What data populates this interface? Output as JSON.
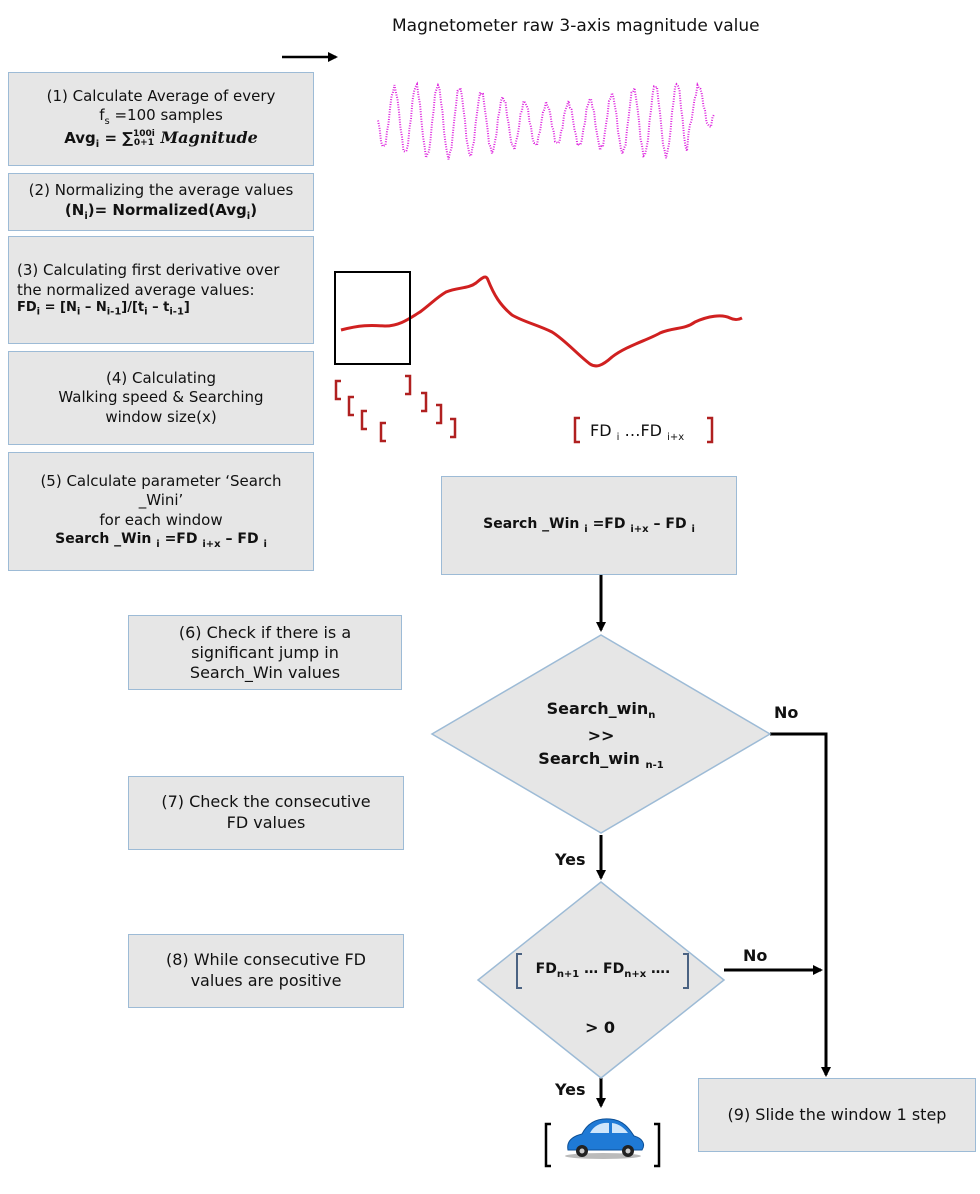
{
  "header": {
    "title": "Magnetometer raw 3-axis magnitude value"
  },
  "steps": {
    "s1": {
      "line1": "(1)  Calculate Average of every",
      "line2_pre": "f",
      "line2_sub": "s",
      "line2_post": " =100 samples",
      "formula_pre": "Avg",
      "formula_sub": "i",
      "formula_mid": " = ∑",
      "formula_lower": "0+1",
      "formula_upper": "100i",
      "formula_word": " Magnitude"
    },
    "s2": {
      "line1": "(2) Normalizing the average values",
      "formula": "(N",
      "formula_sub": "i",
      "formula_post": ")= Normalized(Avg",
      "formula_sub2": "i",
      "formula_end": ")"
    },
    "s3": {
      "line1": "(3) Calculating first derivative over",
      "line2": "the normalized average values:",
      "formula": "FD",
      "formula_sub": "i",
      "formula_post": " = [N",
      "formula_sub2": "i",
      "formula_mid": " – N",
      "formula_sub3": "i-1",
      "formula_mid2": "]/[t",
      "formula_sub4": "i",
      "formula_mid3": " – t",
      "formula_sub5": "i-1",
      "formula_end": "]"
    },
    "s4": {
      "line1": "(4) Calculating",
      "line2": "Walking speed & Searching",
      "line3": "window size(x)"
    },
    "s5": {
      "line1": "(5) Calculate parameter ‘Search",
      "line2": "_Wini’",
      "line3": "for each window",
      "formula": "Search _Win ",
      "formula_sub": "i",
      "formula_mid": " =FD ",
      "formula_sub2": "i+x",
      "formula_mid2": " – FD ",
      "formula_sub3": "i"
    },
    "s6": {
      "line1": "(6) Check if there is a",
      "line2": "significant jump in",
      "line3": "Search_Win values"
    },
    "s7": {
      "line1": "(7) Check the consecutive",
      "line2": "FD values"
    },
    "s8": {
      "line1": "(8) While consecutive FD",
      "line2": "values are positive"
    },
    "s9": {
      "line1": "(9) Slide the window 1 step"
    }
  },
  "fd_range": {
    "pre": "FD ",
    "sub1": "i",
    "mid": " …FD ",
    "sub2": "i+x"
  },
  "search_win_box": {
    "pre": "Search _Win ",
    "sub1": "i",
    "mid": " =FD ",
    "sub2": "i+x",
    "mid2": " – FD ",
    "sub3": "i"
  },
  "decision1": {
    "line1": "Search_win",
    "line1_sub": "n",
    "line2": ">>",
    "line3": "Search_win ",
    "line3_sub": "n-1"
  },
  "decision2": {
    "fd1": "FD",
    "fd1_sub": "n+1",
    "mid": " … FD",
    "fd2_sub": "n+x",
    "end": " ….",
    "line2": "> 0"
  },
  "labels": {
    "no1": "No",
    "yes1": "Yes",
    "no2": "No",
    "yes2": "Yes"
  },
  "colors": {
    "raw_signal": "#dd22dd",
    "normalized_signal": "#d02020",
    "bracket": "#b02020",
    "box_fill": "#e6e6e6",
    "box_border": "#9dbbd6",
    "car_body": "#1f7ad6"
  },
  "icons": {
    "result": "car-icon"
  }
}
